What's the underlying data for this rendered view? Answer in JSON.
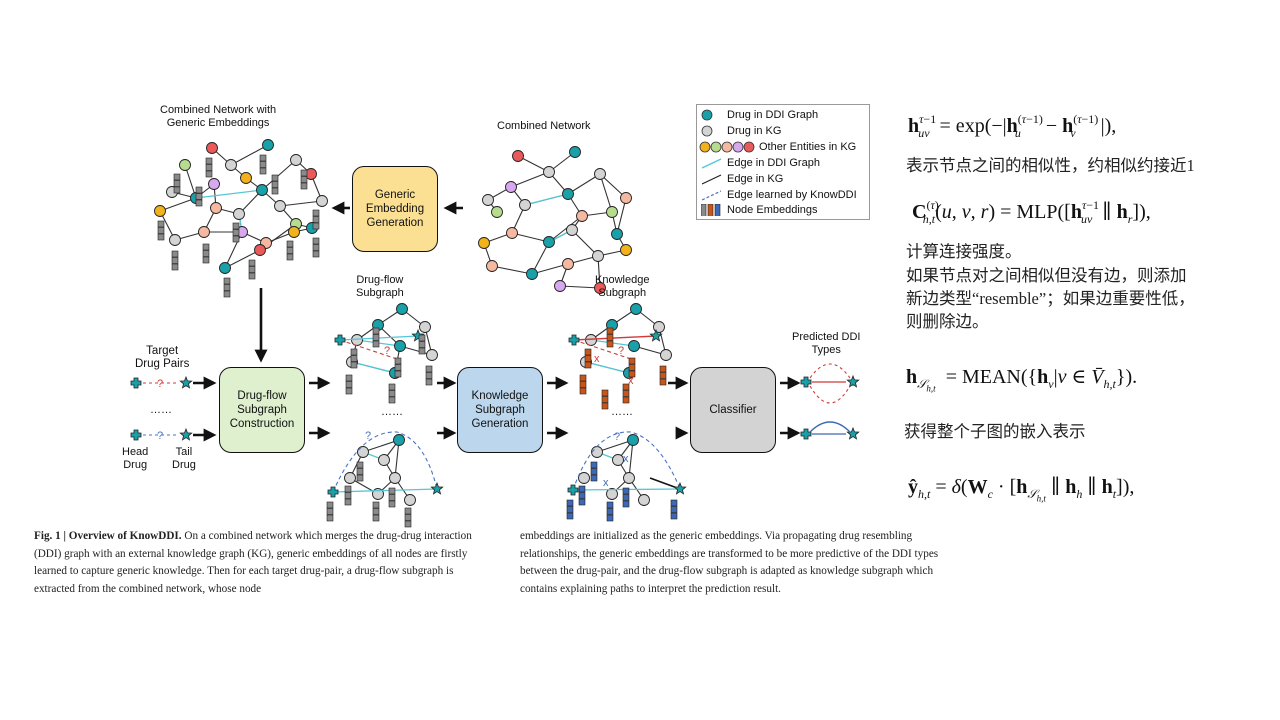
{
  "figure": {
    "combined_with_embeddings": "Combined Network with\nGeneric Embeddings",
    "combined_network": "Combined Network",
    "generic_embedding_box": [
      "Generic",
      "Embedding",
      "Generation"
    ],
    "drug_flow_subgraph_title": [
      "Drug-flow",
      "Subgraph"
    ],
    "knowledge_subgraph_title": [
      "Knowledge",
      "Subgraph"
    ],
    "target_drug_pairs": [
      "Target",
      "Drug Pairs"
    ],
    "head_drug": [
      "Head",
      "Drug"
    ],
    "tail_drug": [
      "Tail",
      "Drug"
    ],
    "ellipsis": "……",
    "drug_flow_box": [
      "Drug-flow",
      "Subgraph",
      "Construction"
    ],
    "knowledge_box": [
      "Knowledge",
      "Subgraph",
      "Generation"
    ],
    "classifier_box": "Classifier",
    "predicted_ddi": [
      "Predicted DDI",
      "Types"
    ],
    "question_mark": "?",
    "cross_mark": "x"
  },
  "legend": {
    "items": [
      {
        "label": "Drug in DDI Graph",
        "symbol": "teal-dot"
      },
      {
        "label": "Drug in KG",
        "symbol": "gray-dot"
      },
      {
        "label": "Other Entities in KG",
        "symbol": "colored-dots"
      },
      {
        "label": "Edge in DDI Graph",
        "symbol": "cyan-line"
      },
      {
        "label": "Edge in KG",
        "symbol": "black-line"
      },
      {
        "label": "Edge learned by KnowDDI",
        "symbol": "dashed-line"
      },
      {
        "label": "Node Embeddings",
        "symbol": "embedding-bars"
      }
    ]
  },
  "caption": {
    "left_bold": "Fig. 1 | Overview of KnowDDI.",
    "left_text": " On a combined network which merges the drug-drug interaction (DDI) graph with an external knowledge graph (KG), generic embeddings of all nodes are firstly learned to capture generic knowledge. Then for each target drug-pair, a drug-flow subgraph is extracted from the combined network, whose node",
    "right_text": "embeddings are initialized as the generic embeddings. Via propagating drug resembling relationships, the generic embeddings are transformed to be more predictive of the DDI types between the drug-pair, and the drug-flow subgraph is adapted as knowledge subgraph which contains explaining paths to interpret the prediction result."
  },
  "notes": {
    "similarity": "表示节点之间的相似性，约相似约接近1",
    "strength_1": "计算连接强度。",
    "strength_2": "如果节点对之间相似但没有边，则添加",
    "strength_3": "新边类型“resemble”；如果边重要性低，",
    "strength_4": "则删除边。",
    "subgraph": "获得整个子图的嵌入表示"
  },
  "colors": {
    "teal": "#1aa0a8",
    "gray": "#d4d4d4",
    "orange": "#f2b21c",
    "pink": "#f4b9a0",
    "green": "#b7dc8f",
    "purple": "#d8a8ee",
    "red": "#ea5a5a",
    "box_yellow": "#fbdf93",
    "box_green": "#dff0cf",
    "box_blue": "#bcd6ee",
    "box_gray": "#d3d3d3",
    "ddi_edge": "#53c7d6",
    "embed_orange": "#c8561b",
    "embed_blue": "#3d68b3"
  }
}
